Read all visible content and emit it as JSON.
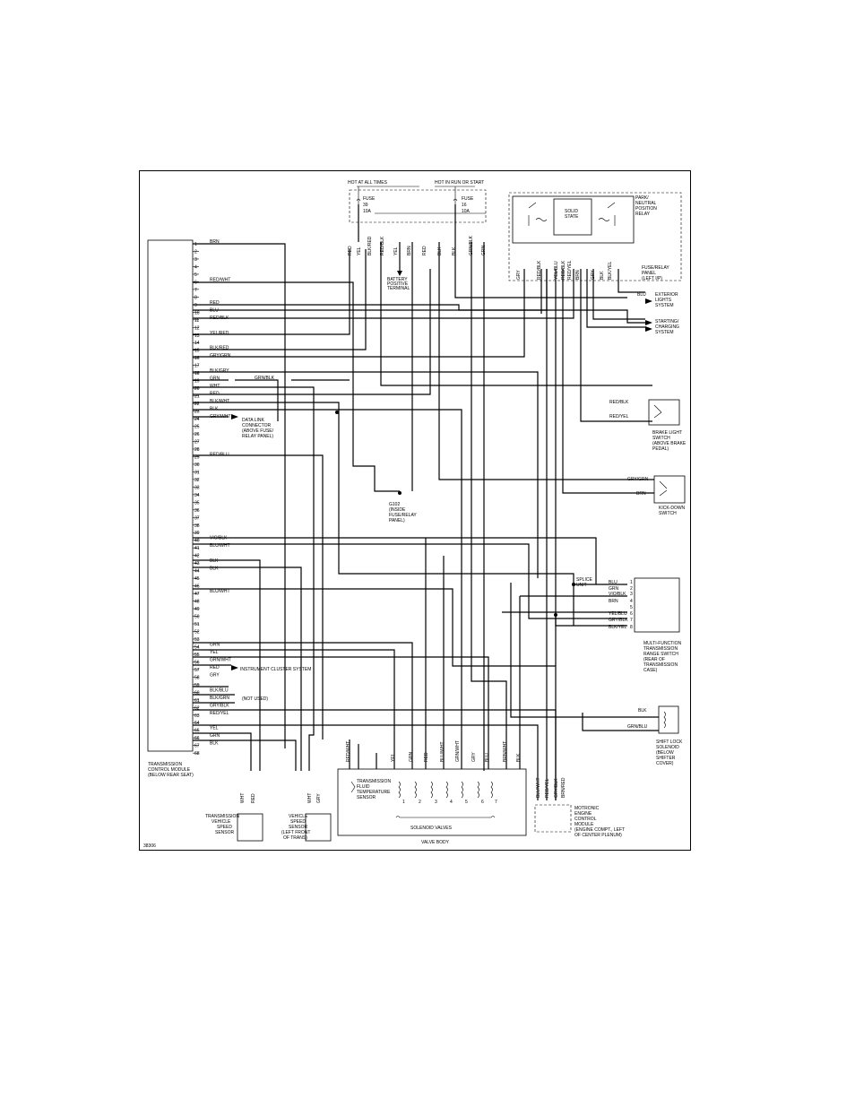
{
  "diagram_id": "38306",
  "power": {
    "hot_at_all_times": "HOT AT ALL TIMES",
    "hot_in_run": "HOT IN RUN OR START",
    "fuse1": "FUSE",
    "fuse1_num": "39",
    "fuse1_amp": "10A",
    "fuse2": "FUSE",
    "fuse2_num": "16",
    "fuse2_amp": "10A"
  },
  "tcm": {
    "label_lines": [
      "TRANSMISSION",
      "CONTROL MODULE",
      "(BELOW REAR SEAT)"
    ],
    "pins": [
      {
        "n": "1",
        "wire": "BRN"
      },
      {
        "n": "2",
        "wire": ""
      },
      {
        "n": "3",
        "wire": ""
      },
      {
        "n": "4",
        "wire": ""
      },
      {
        "n": "5",
        "wire": ""
      },
      {
        "n": "6",
        "wire": "RED/WHT"
      },
      {
        "n": "7",
        "wire": ""
      },
      {
        "n": "8",
        "wire": ""
      },
      {
        "n": "9",
        "wire": "RED"
      },
      {
        "n": "10",
        "wire": "BLU"
      },
      {
        "n": "11",
        "wire": "RED/BLK"
      },
      {
        "n": "12",
        "wire": ""
      },
      {
        "n": "13",
        "wire": "YEL/RED"
      },
      {
        "n": "14",
        "wire": ""
      },
      {
        "n": "15",
        "wire": "BLK/RED"
      },
      {
        "n": "16",
        "wire": "GRY/GRN"
      },
      {
        "n": "17",
        "wire": ""
      },
      {
        "n": "18",
        "wire": "BLK/GRY"
      },
      {
        "n": "19",
        "wire": "GRN"
      },
      {
        "n": "20",
        "wire": "WHT"
      },
      {
        "n": "21",
        "wire": "RED"
      },
      {
        "n": "22",
        "wire": "BLK/WHT"
      },
      {
        "n": "23",
        "wire": "BLK"
      },
      {
        "n": "24",
        "wire": "GRY/WHT"
      },
      {
        "n": "25",
        "wire": ""
      },
      {
        "n": "26",
        "wire": ""
      },
      {
        "n": "27",
        "wire": ""
      },
      {
        "n": "28",
        "wire": ""
      },
      {
        "n": "29",
        "wire": "RED/BLU"
      },
      {
        "n": "30",
        "wire": ""
      },
      {
        "n": "31",
        "wire": ""
      },
      {
        "n": "32",
        "wire": ""
      },
      {
        "n": "33",
        "wire": ""
      },
      {
        "n": "34",
        "wire": ""
      },
      {
        "n": "35",
        "wire": ""
      },
      {
        "n": "36",
        "wire": ""
      },
      {
        "n": "37",
        "wire": ""
      },
      {
        "n": "38",
        "wire": ""
      },
      {
        "n": "39",
        "wire": ""
      },
      {
        "n": "40",
        "wire": "VIO/BLK"
      },
      {
        "n": "41",
        "wire": "BLU/WHT"
      },
      {
        "n": "42",
        "wire": ""
      },
      {
        "n": "43",
        "wire": "BLK"
      },
      {
        "n": "44",
        "wire": "BLK"
      },
      {
        "n": "45",
        "wire": ""
      },
      {
        "n": "46",
        "wire": ""
      },
      {
        "n": "47",
        "wire": "BLU/WHT"
      },
      {
        "n": "48",
        "wire": ""
      },
      {
        "n": "49",
        "wire": ""
      },
      {
        "n": "50",
        "wire": ""
      },
      {
        "n": "51",
        "wire": ""
      },
      {
        "n": "52",
        "wire": ""
      },
      {
        "n": "53",
        "wire": ""
      },
      {
        "n": "54",
        "wire": "GRN"
      },
      {
        "n": "55",
        "wire": "YEL"
      },
      {
        "n": "56",
        "wire": "GRN/WHT"
      },
      {
        "n": "57",
        "wire": "RED"
      },
      {
        "n": "58",
        "wire": "GRY"
      },
      {
        "n": "59",
        "wire": ""
      },
      {
        "n": "60",
        "wire": "BLK/BLU"
      },
      {
        "n": "61",
        "wire": "BLK/GRN"
      },
      {
        "n": "62",
        "wire": "GRY/BLK"
      },
      {
        "n": "63",
        "wire": "RED/YEL"
      },
      {
        "n": "64",
        "wire": ""
      },
      {
        "n": "65",
        "wire": "YEL"
      },
      {
        "n": "66",
        "wire": "GRN"
      },
      {
        "n": "67",
        "wire": "BLK"
      },
      {
        "n": "68",
        "wire": ""
      }
    ]
  },
  "annotations": {
    "data_link": [
      "DATA LINK",
      "CONNECTOR",
      "(ABOVE FUSE/",
      "RELAY PANEL)"
    ],
    "instrument": "INSTRUMENT CLUSTER SYSTEM",
    "not_used": "(NOT USED)",
    "grn_blk": "GRN/BLK",
    "battery": [
      "BATTERY",
      "POSITIVE",
      "TERMINAL"
    ],
    "g102": [
      "G102",
      "(INSIDE",
      "FUSE/RELAY",
      "PANEL)"
    ],
    "exterior_lights": [
      "EXTERIOR",
      "LIGHTS",
      "SYSTEM"
    ],
    "starting_charging": [
      "STARTING/",
      "CHARGING",
      "SYSTEM"
    ],
    "blu": "BLU"
  },
  "relay": {
    "title_lines": [
      "PARK/",
      "NEUTRAL",
      "POSITION",
      "RELAY"
    ],
    "solid_state": [
      "SOLID",
      "STATE"
    ],
    "panel_lines": [
      "FUSE/RELAY",
      "PANEL",
      "(LEFT I/P)"
    ]
  },
  "brake_switch": {
    "label_lines": [
      "BRAKE LIGHT",
      "SWITCH",
      "(ABOVE BRAKE",
      "PEDAL)"
    ],
    "wires": [
      "RED/BLK",
      "RED/YEL"
    ]
  },
  "kickdown": {
    "label_lines": [
      "KICK-DOWN",
      "SWITCH"
    ],
    "wires": [
      "GRY/GRN",
      "BRN"
    ]
  },
  "range_switch": {
    "label_lines": [
      "MULTI-FUNCTION",
      "TRANSMISSION",
      "RANGE SWITCH",
      "(REAR OF",
      "TRANSMISSION",
      "CASE)"
    ],
    "wires": [
      "BLU",
      "GRN",
      "VIO/BLK",
      "BRN",
      "",
      "YEL/BLU",
      "GRY/BLK",
      "BLK/YEL"
    ],
    "splice": [
      "SPLICE",
      "UNIT"
    ]
  },
  "shift_lock": {
    "label_lines": [
      "SHIFT LOCK",
      "SOLENOID",
      "(BELOW",
      "SHIFTER",
      "COVER)"
    ],
    "wires": [
      "BLK",
      "GRN/BLU"
    ]
  },
  "valve_body": {
    "label": "VALVE BODY",
    "solenoids_label": "SOLENOID VALVES",
    "temp_sensor": [
      "TRANSMISSION",
      "FLUID",
      "TEMPERATURE",
      "SENSOR"
    ],
    "top_wires": [
      "RED/WHT",
      "YEL",
      "GRN",
      "RED",
      "BLU/WHT",
      "GRN/WHT",
      "GRY",
      "BLU",
      "BRN/WHT",
      "BLK"
    ],
    "solenoid_nums": [
      "1",
      "2",
      "3",
      "4",
      "5",
      "6",
      "7"
    ]
  },
  "ecm": {
    "label_lines": [
      "MOTRONIC",
      "ENGINE",
      "CONTROL",
      "MODULE",
      "(ENGINE COMPT., LEFT",
      "OF CENTER PLENUM)"
    ],
    "wires": [
      "BLU/WHT",
      "RED/YEL",
      "GRY/BLK",
      "BRN/RED"
    ]
  },
  "tvss": {
    "label_lines": [
      "TRANSMISSION",
      "VEHICLE",
      "SPEED",
      "SENSOR"
    ],
    "wires": [
      "WHT",
      "RED"
    ]
  },
  "vss": {
    "label_lines": [
      "VEHICLE",
      "SPEED",
      "SENSOR",
      "(LEFT FRONT",
      "OF TRANS)"
    ],
    "wires": [
      "WHT",
      "GRY"
    ]
  },
  "top_wires": [
    "RED",
    "YEL",
    "BLK/RED",
    "RED/BLK",
    "YEL",
    "BRN",
    "RED",
    "BLK",
    "BLK",
    "GRN/BLK",
    "GRN"
  ],
  "relay_wires": [
    "GRY",
    "RED/BLK",
    "YEL/BLU",
    "RED/BLK",
    "RED/YEL",
    "BRN",
    "GRY",
    "BLK",
    "BLK/YEL"
  ]
}
